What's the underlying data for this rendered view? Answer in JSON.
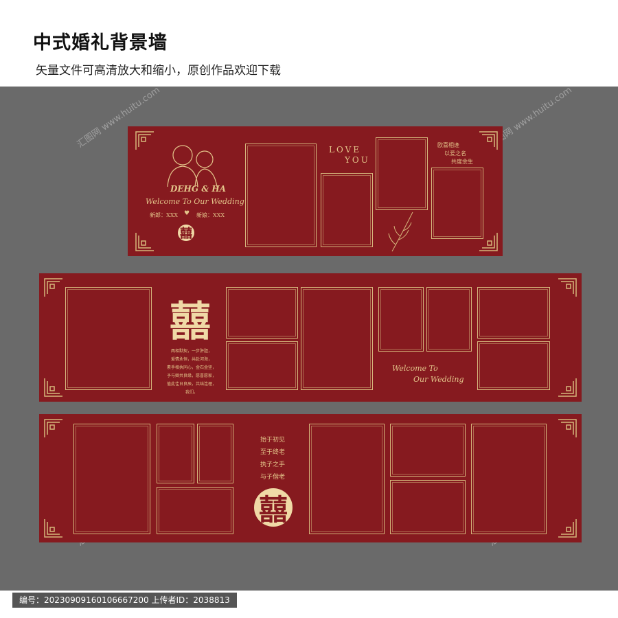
{
  "header": {
    "title": "中式婚礼背景墙",
    "subtitle": "矢量文件可高清放大和缩小，原创作品欢迎下载"
  },
  "panel1": {
    "couple_names": "DEHG & HA",
    "welcome": "Welcome To Our Wedding",
    "groom": "新郎：XXX",
    "bride": "新娘：XXX",
    "love": "LOVE",
    "you": "YOU",
    "poem_line1": "欧喜相逢",
    "poem_line2": "以爱之名",
    "poem_line3": "共度余生",
    "xi_char": "囍"
  },
  "panel2": {
    "xi_char": "囍",
    "paragraph": "两相默契，一步肝胆，\n爱情永恒，共赴河海，\n素手相执同心，金石金坚，\n予与卿共良缘，愿喜愿家，\n值此佳日良辰，共结连理，\n我们。",
    "welcome_line1": "Welcome To",
    "welcome_line2": "Our Wedding"
  },
  "panel3": {
    "verse": [
      "始于初见",
      "至于终老",
      "执子之手",
      "与子偕老"
    ],
    "xi_char": "囍"
  },
  "footer": {
    "id_text": "编号：20230909160106667200   上传者ID：2038813"
  },
  "watermark": "汇图网 www.huitu.com",
  "colors": {
    "panel_red": "#861a1f",
    "gold": "#e3c48a",
    "background_gray": "#6a6a6a"
  }
}
